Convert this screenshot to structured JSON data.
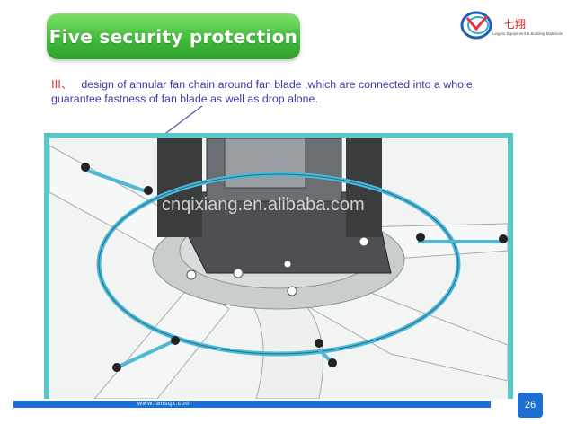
{
  "slide": {
    "title": "Five security protection",
    "item_number": "ⅠⅠⅠ、",
    "description": "design of annular fan chain around fan blade ,which are connected into a whole, guarantee fastness of fan blade as well as drop alone.",
    "watermark": "cnqixiang.en.alibaba.com",
    "footer_url": "www.fansqx.com",
    "page_number": "26"
  },
  "logo": {
    "name": "七翔",
    "subtitle": "Lingxiu Equipment & Building Materials"
  },
  "colors": {
    "title_green": "#3fb83a",
    "frame_teal": "#58c7c8",
    "chain_blue": "#4fb8d6",
    "text_blue": "#3a3aa8",
    "footer_blue": "#1e6fd3",
    "number_red": "#e23b3b"
  }
}
